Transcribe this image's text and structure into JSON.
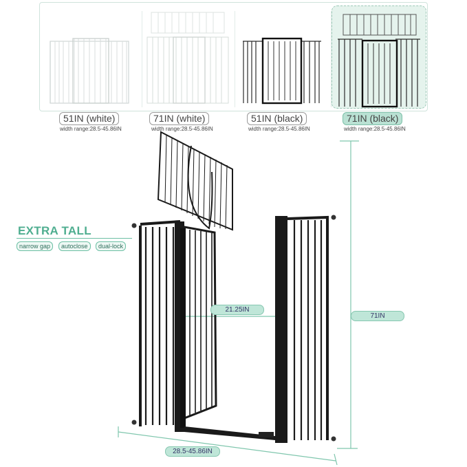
{
  "variants": [
    {
      "label": "51IN (white)",
      "range": "width range:28.5-45.86IN",
      "color": "#ffffff",
      "selected": false
    },
    {
      "label": "71IN (white)",
      "range": "width range:28.5-45.86IN",
      "color": "#ffffff",
      "selected": false
    },
    {
      "label": "51IN (black)",
      "range": "width range:28.5-45.86IN",
      "color": "#1a1a1a",
      "selected": false
    },
    {
      "label": "71IN (black)",
      "range": "width range:28.5-45.86IN",
      "color": "#1a1a1a",
      "selected": true
    }
  ],
  "features": {
    "title": "EXTRA TALL",
    "chips": [
      "narrow gap",
      "autoclose",
      "dual-lock"
    ]
  },
  "dimensions": {
    "door_width": "21.25IN",
    "height": "71IN",
    "width_range": "28.5-45.86IN"
  },
  "colors": {
    "accent": "#4fae90",
    "label_fill": "#bfe6d8",
    "gate": "#1a1a1a"
  }
}
